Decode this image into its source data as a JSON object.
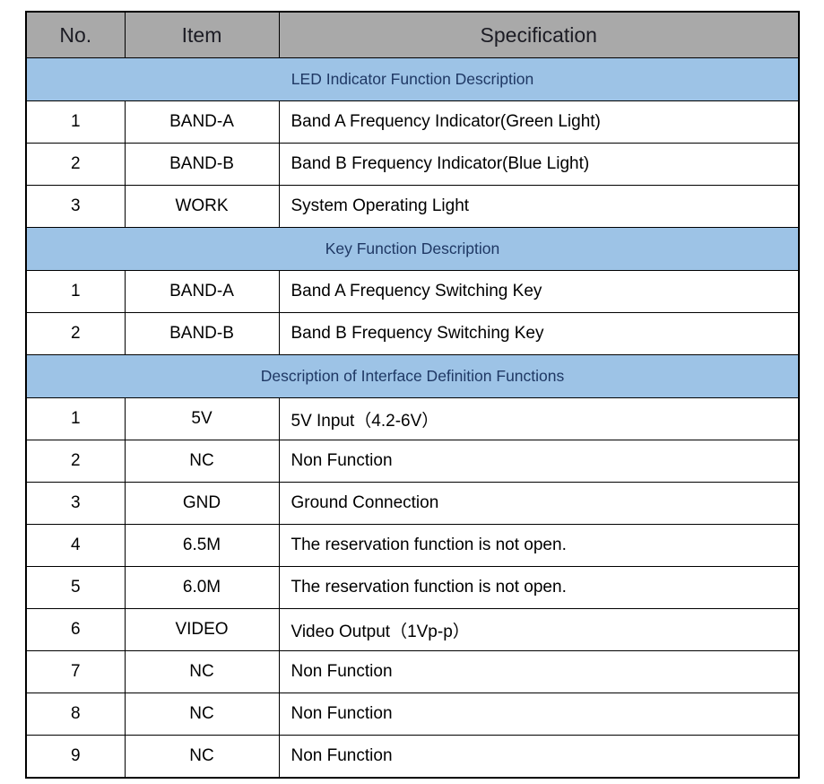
{
  "colors": {
    "header_bg": "#a9a9a9",
    "section_band_bg": "#9dc3e6",
    "section_band_text": "#1f3864",
    "border": "#000000",
    "body_text": "#000000",
    "page_bg": "#ffffff"
  },
  "table": {
    "columns": [
      "No.",
      "Item",
      "Specification"
    ],
    "sections": [
      {
        "title": "LED Indicator Function Description",
        "rows": [
          {
            "no": "1",
            "item": "BAND-A",
            "spec": "Band A Frequency Indicator(Green Light)"
          },
          {
            "no": "2",
            "item": "BAND-B",
            "spec": "Band B Frequency Indicator(Blue Light)"
          },
          {
            "no": "3",
            "item": "WORK",
            "spec": "System Operating Light"
          }
        ]
      },
      {
        "title": "Key Function Description",
        "rows": [
          {
            "no": "1",
            "item": "BAND-A",
            "spec": "Band A Frequency Switching Key"
          },
          {
            "no": "2",
            "item": "BAND-B",
            "spec": "Band B Frequency Switching Key"
          }
        ]
      },
      {
        "title": "Description of Interface Definition Functions",
        "rows": [
          {
            "no": "1",
            "item": "5V",
            "spec": "5V Input（4.2-6V）"
          },
          {
            "no": "2",
            "item": "NC",
            "spec": "Non Function"
          },
          {
            "no": "3",
            "item": "GND",
            "spec": "Ground Connection"
          },
          {
            "no": "4",
            "item": "6.5M",
            "spec": "The reservation function is not open."
          },
          {
            "no": "5",
            "item": "6.0M",
            "spec": "The reservation function is not open."
          },
          {
            "no": "6",
            "item": "VIDEO",
            "spec": "Video Output（1Vp-p）"
          },
          {
            "no": "7",
            "item": "NC",
            "spec": "Non Function"
          },
          {
            "no": "8",
            "item": "NC",
            "spec": "Non Function"
          },
          {
            "no": "9",
            "item": "NC",
            "spec": "Non Function"
          }
        ]
      }
    ]
  }
}
